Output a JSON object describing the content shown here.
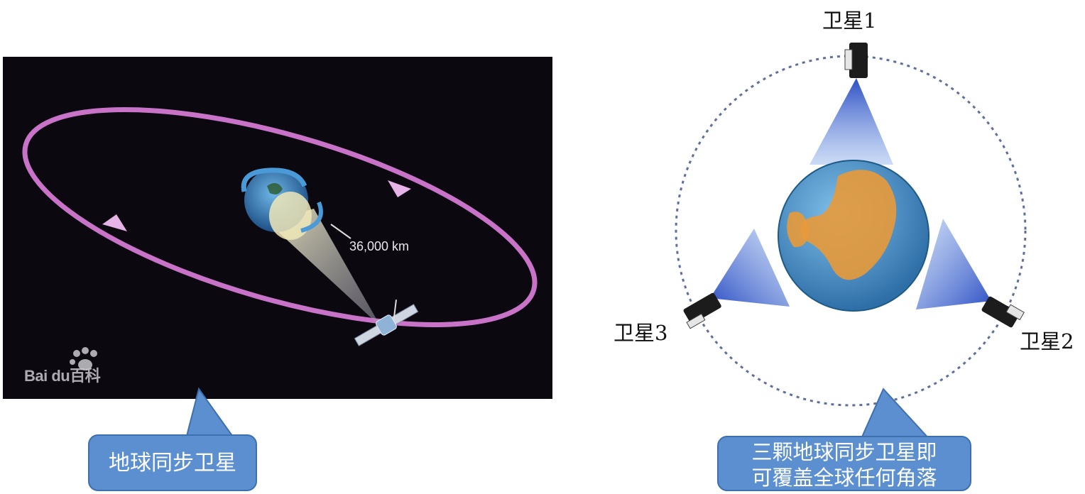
{
  "left_image": {
    "distance_label": "36,000 km",
    "watermark": "Bai du百科"
  },
  "right_image": {
    "satellite_labels": {
      "sat1": "卫星1",
      "sat2": "卫星2",
      "sat3": "卫星3"
    }
  },
  "callouts": {
    "left": "地球同步卫星",
    "right_line1": "三颗地球同步卫星即",
    "right_line2": "可覆盖全球任何角落"
  },
  "colors": {
    "orbit_left": "#c873c8",
    "callout_fill": "#5b8fd0",
    "beam_blue": "#3a5fcf",
    "ocean": "#3f86c0",
    "land": "#e89a3a"
  }
}
